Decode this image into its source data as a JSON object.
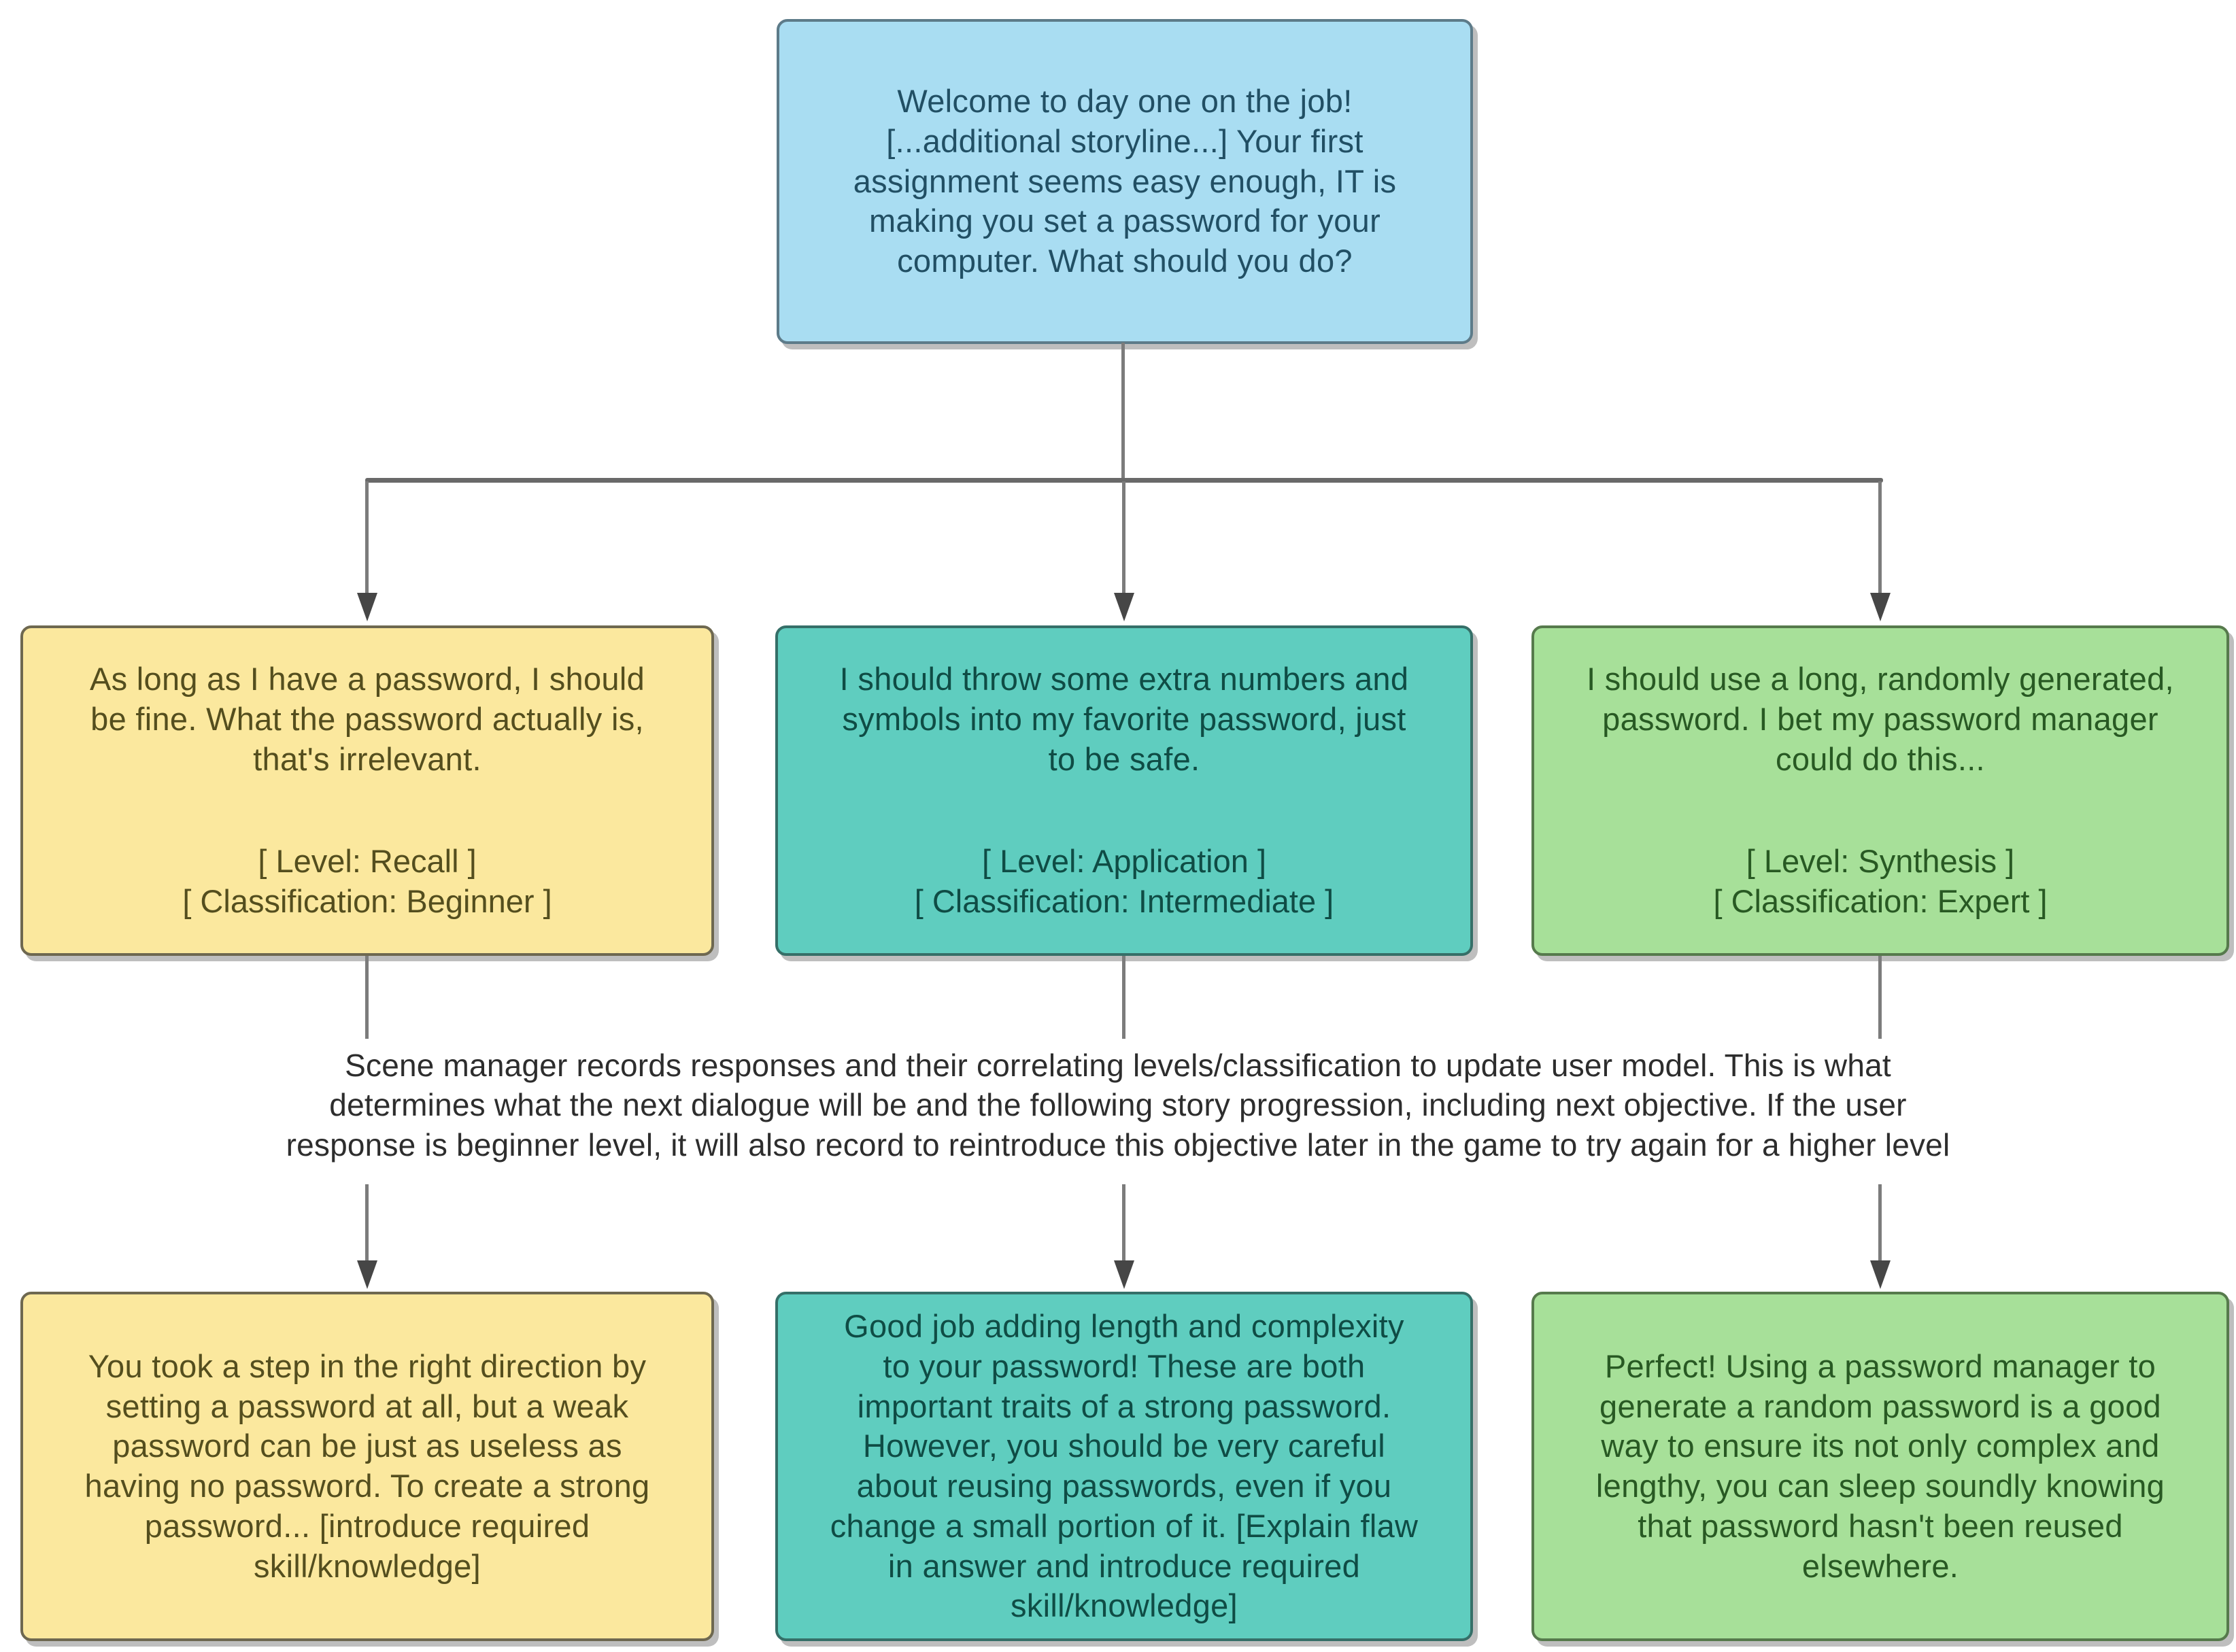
{
  "palette": {
    "root_fill": "#a9ddf2",
    "root_border": "#5d7b89",
    "root_text": "#214f64",
    "beginner_fill": "#fbe89e",
    "beginner_border": "#6e6850",
    "beginner_text": "#544e1e",
    "intermediate_fill": "#5fcdbf",
    "intermediate_border": "#356f68",
    "intermediate_text": "#0f4c45",
    "expert_fill": "#a7e099",
    "expert_border": "#567a4c",
    "expert_text": "#285923",
    "connector": "#696969",
    "note_text": "#2d2d2d",
    "background": "#ffffff"
  },
  "flowchart": {
    "root": {
      "text": "Welcome to day one on the job!\n[...additional storyline...] Your first\nassignment seems easy enough, IT is\nmaking you set a password for your\ncomputer. What should you do?"
    },
    "options": [
      {
        "id": "beginner",
        "text": "As long as I have a password, I should\nbe fine. What the password actually is,\nthat's irrelevant.",
        "level_tag": "[ Level: Recall ]",
        "classification_tag": "[ Classification: Beginner ]"
      },
      {
        "id": "intermediate",
        "text": "I should throw some extra numbers and\nsymbols into my favorite password, just\nto be safe.",
        "level_tag": "[ Level: Application ]",
        "classification_tag": "[ Classification: Intermediate ]"
      },
      {
        "id": "expert",
        "text": "I should use a long, randomly generated,\npassword. I bet my password manager\ncould do this...",
        "level_tag": "[ Level: Synthesis ]",
        "classification_tag": "[ Classification: Expert ]"
      }
    ],
    "note": {
      "text": "Scene manager records responses and their correlating levels/classification to update user model. This is what\ndetermines what the next dialogue will be and the following story progression, including next objective. If the user\nresponse is beginner level, it will also record to reintroduce this objective later in the game to try again for a higher level"
    },
    "responses": [
      {
        "id": "beginner_feedback",
        "text": "You took a step in the right direction by\nsetting a password at all, but a weak\npassword can be just as useless as\nhaving no password. To create a strong\npassword... [introduce required\nskill/knowledge]"
      },
      {
        "id": "intermediate_feedback",
        "text": "Good job adding length and complexity\nto your password! These are both\nimportant traits of a strong password.\nHowever, you should be very careful\nabout reusing passwords, even if you\nchange a small portion of it. [Explain flaw\nin answer and introduce required\nskill/knowledge]"
      },
      {
        "id": "expert_feedback",
        "text": "Perfect! Using a password manager to\ngenerate a random password is a good\nway to ensure its not only complex and\nlengthy, you can sleep soundly knowing\nthat password hasn't been reused\nelsewhere."
      }
    ]
  }
}
